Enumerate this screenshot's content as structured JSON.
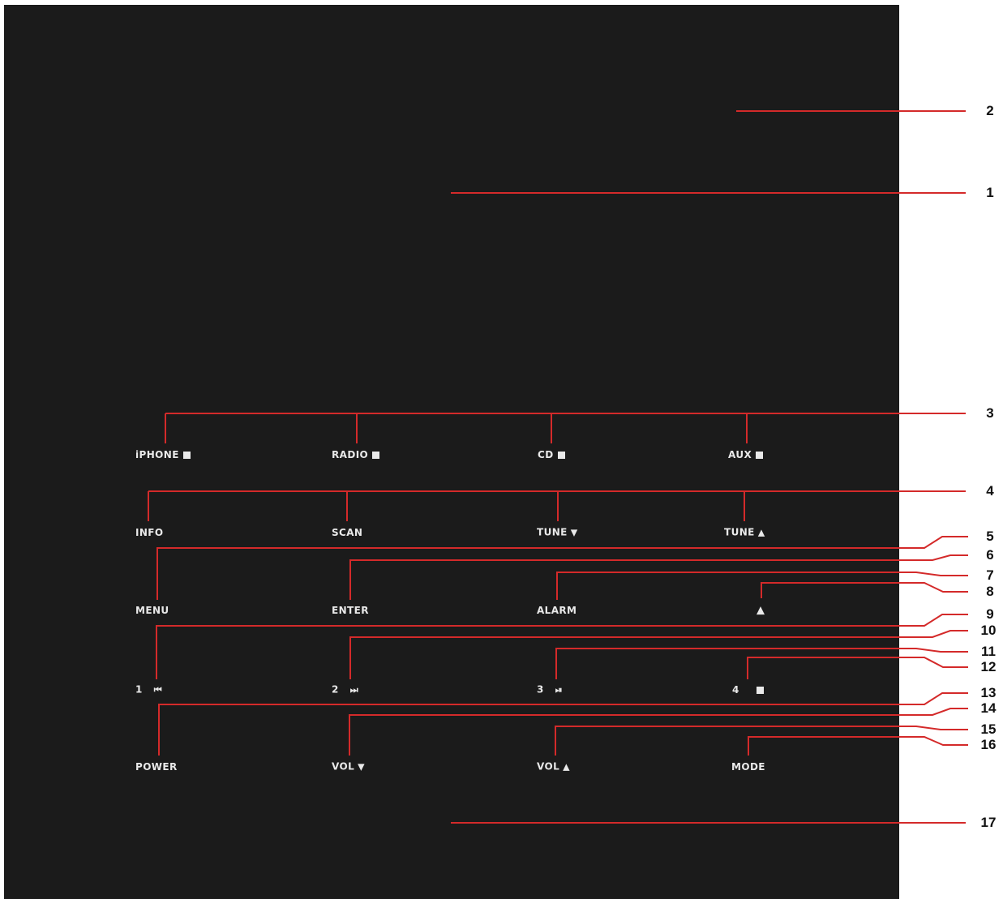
{
  "colors": {
    "panel": "#1b1b1b",
    "leader": "#d42a2a",
    "label": "#e9e9e9",
    "callout": "#111111"
  },
  "buttons": {
    "iphone": {
      "text": "iPHONE",
      "icon": "square-icon"
    },
    "radio": {
      "text": "RADIO",
      "icon": "square-icon"
    },
    "cd": {
      "text": "CD",
      "icon": "square-icon"
    },
    "aux": {
      "text": "AUX",
      "icon": "square-icon"
    },
    "info": {
      "text": "INFO"
    },
    "scan": {
      "text": "SCAN"
    },
    "tune_down": {
      "text": "TUNE",
      "symbol": "▼"
    },
    "tune_up": {
      "text": "TUNE",
      "symbol": "▲"
    },
    "menu": {
      "text": "MENU"
    },
    "enter": {
      "text": "ENTER"
    },
    "alarm": {
      "text": "ALARM"
    },
    "eject": {
      "symbol": "▲"
    },
    "preset1": {
      "text": "1",
      "symbol": "⏮"
    },
    "preset2": {
      "text": "2",
      "symbol": "⏭"
    },
    "preset3": {
      "text": "3",
      "symbol": "⏯"
    },
    "preset4": {
      "text": "4",
      "icon": "square-icon"
    },
    "power": {
      "text": "POWER"
    },
    "vol_down": {
      "text": "VOL",
      "symbol": "▼"
    },
    "vol_up": {
      "text": "VOL",
      "symbol": "▲"
    },
    "mode": {
      "text": "MODE"
    }
  },
  "callouts": {
    "c1": "1",
    "c2": "2",
    "c3": "3",
    "c4": "4",
    "c5": "5",
    "c6": "6",
    "c7": "7",
    "c8": "8",
    "c9": "9",
    "c10": "10",
    "c11": "11",
    "c12": "12",
    "c13": "13",
    "c14": "14",
    "c15": "15",
    "c16": "16",
    "c17": "17"
  }
}
